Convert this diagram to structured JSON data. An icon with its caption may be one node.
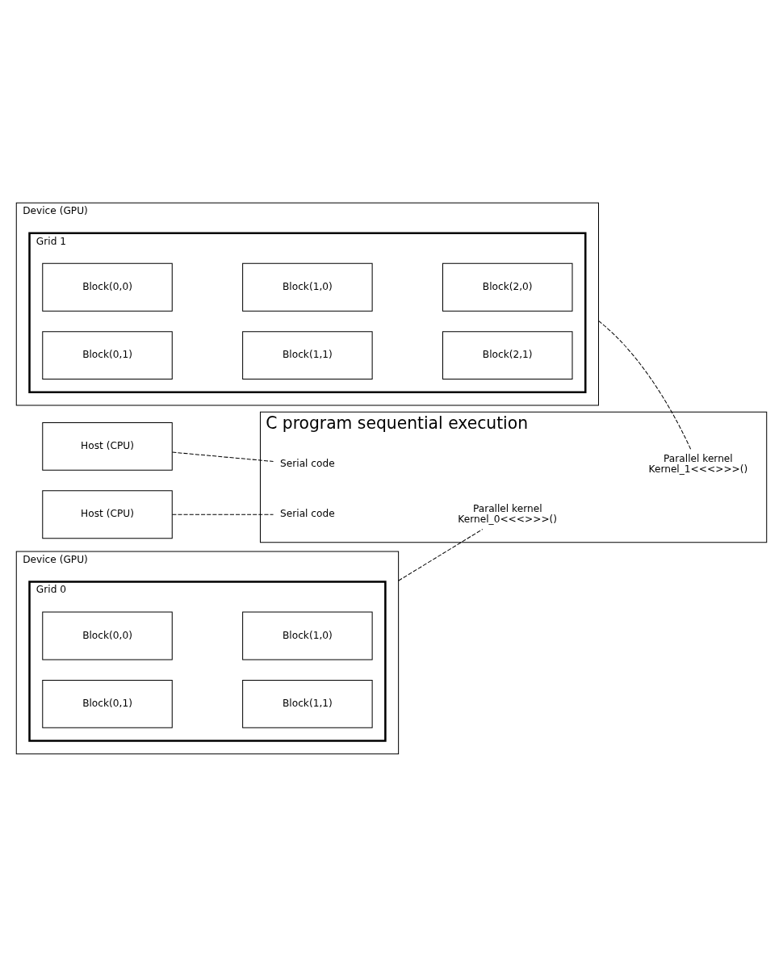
{
  "diagram": {
    "nodes": [
      {
        "text": [
          "C program sequential execution"
        ]
      },
      {
        "text": [
          "Serial code"
        ],
        "in": 0
      },
      {
        "text": [
          "Parallel kernel",
          "Kernel_0<<<>>>()"
        ],
        "in": 0
      },
      {
        "text": [
          "Serial code"
        ],
        "in": 0
      },
      {
        "text": [
          "Parallel kernel",
          "Kernel_1<<<>>>()"
        ],
        "in": 0
      },
      {
        "text": [
          "Host (CPU)"
        ]
      },
      {
        "text": [
          "Device (GPU)"
        ]
      },
      {
        "text": [
          "Grid 0"
        ],
        "in": 6
      },
      {
        "text": [
          "Block(0,0)"
        ],
        "in": 7
      },
      {
        "text": [
          "Block(1,0)"
        ],
        "in": 7
      },
      {
        "text": [
          "Block(0,1)"
        ],
        "in": 7
      },
      {
        "text": [
          "Block(1,1)"
        ],
        "in": 7
      },
      {
        "text": [
          "Host (CPU)"
        ]
      },
      {
        "text": [
          "Device (GPU)"
        ]
      },
      {
        "text": [
          "Grid 1"
        ],
        "in": 13
      },
      {
        "text": [
          "Block(0,0)"
        ],
        "in": 14
      },
      {
        "text": [
          "Block(1,0)"
        ],
        "in": 14
      },
      {
        "text": [
          "Block(2,0)"
        ],
        "in": 14
      },
      {
        "text": [
          "Block(0,1)"
        ],
        "in": 14
      },
      {
        "text": [
          "Block(1,1)"
        ],
        "in": 14
      },
      {
        "text": [
          "Block(2,1)"
        ],
        "in": 14
      }
    ],
    "edges": [
      {
        "from": 5,
        "to": 1,
        "arrow": "none",
        "style": "dashed"
      },
      {
        "from": 6,
        "to": 2,
        "arrow": "none",
        "style": "dashed"
      },
      {
        "from": 12,
        "to": 3,
        "arrow": "none",
        "style": "dashed"
      },
      {
        "from": 13,
        "to": 4,
        "arrow": "none",
        "style": "dashed"
      }
    ]
  }
}
